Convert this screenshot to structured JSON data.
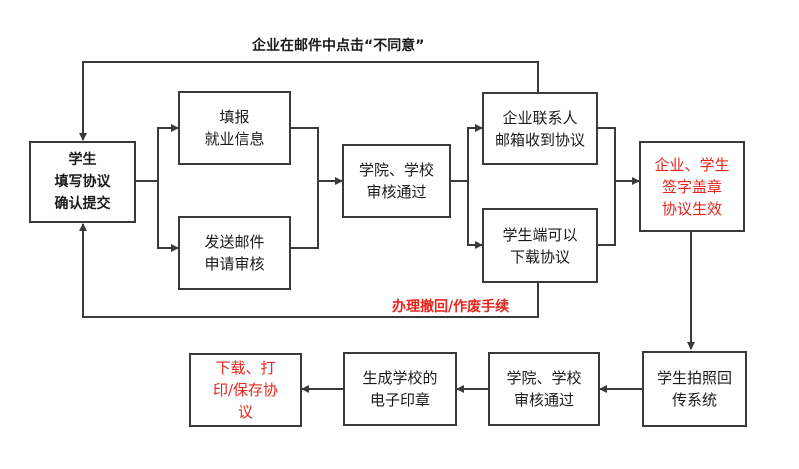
{
  "nodes": {
    "student_fill": "学生\n填写协议\n确认提交",
    "fill_employment": "填报\n就业信息",
    "send_email": "发送邮件\n申请审核",
    "college_review_1": "学院、学校\n审核通过",
    "company_email": "企业联系人\n邮箱收到协议",
    "student_download": "学生端可以\n下载协议",
    "sign_seal": "企业、学生\n签字盖章\n协议生效",
    "student_photo": "学生拍照回\n传系统",
    "college_review_2": "学院、学校\n审核通过",
    "gen_seal": "生成学校的\n电子印章",
    "download_print": "下载、打\n印/保存协\n议"
  },
  "labels": {
    "disagree": "企业在邮件中点击“不同意”",
    "withdraw": "办理撤回/作废手续"
  },
  "colors": {
    "line": "#3a3a3a",
    "red": "#e8251c",
    "text": "#1a1a1a"
  }
}
